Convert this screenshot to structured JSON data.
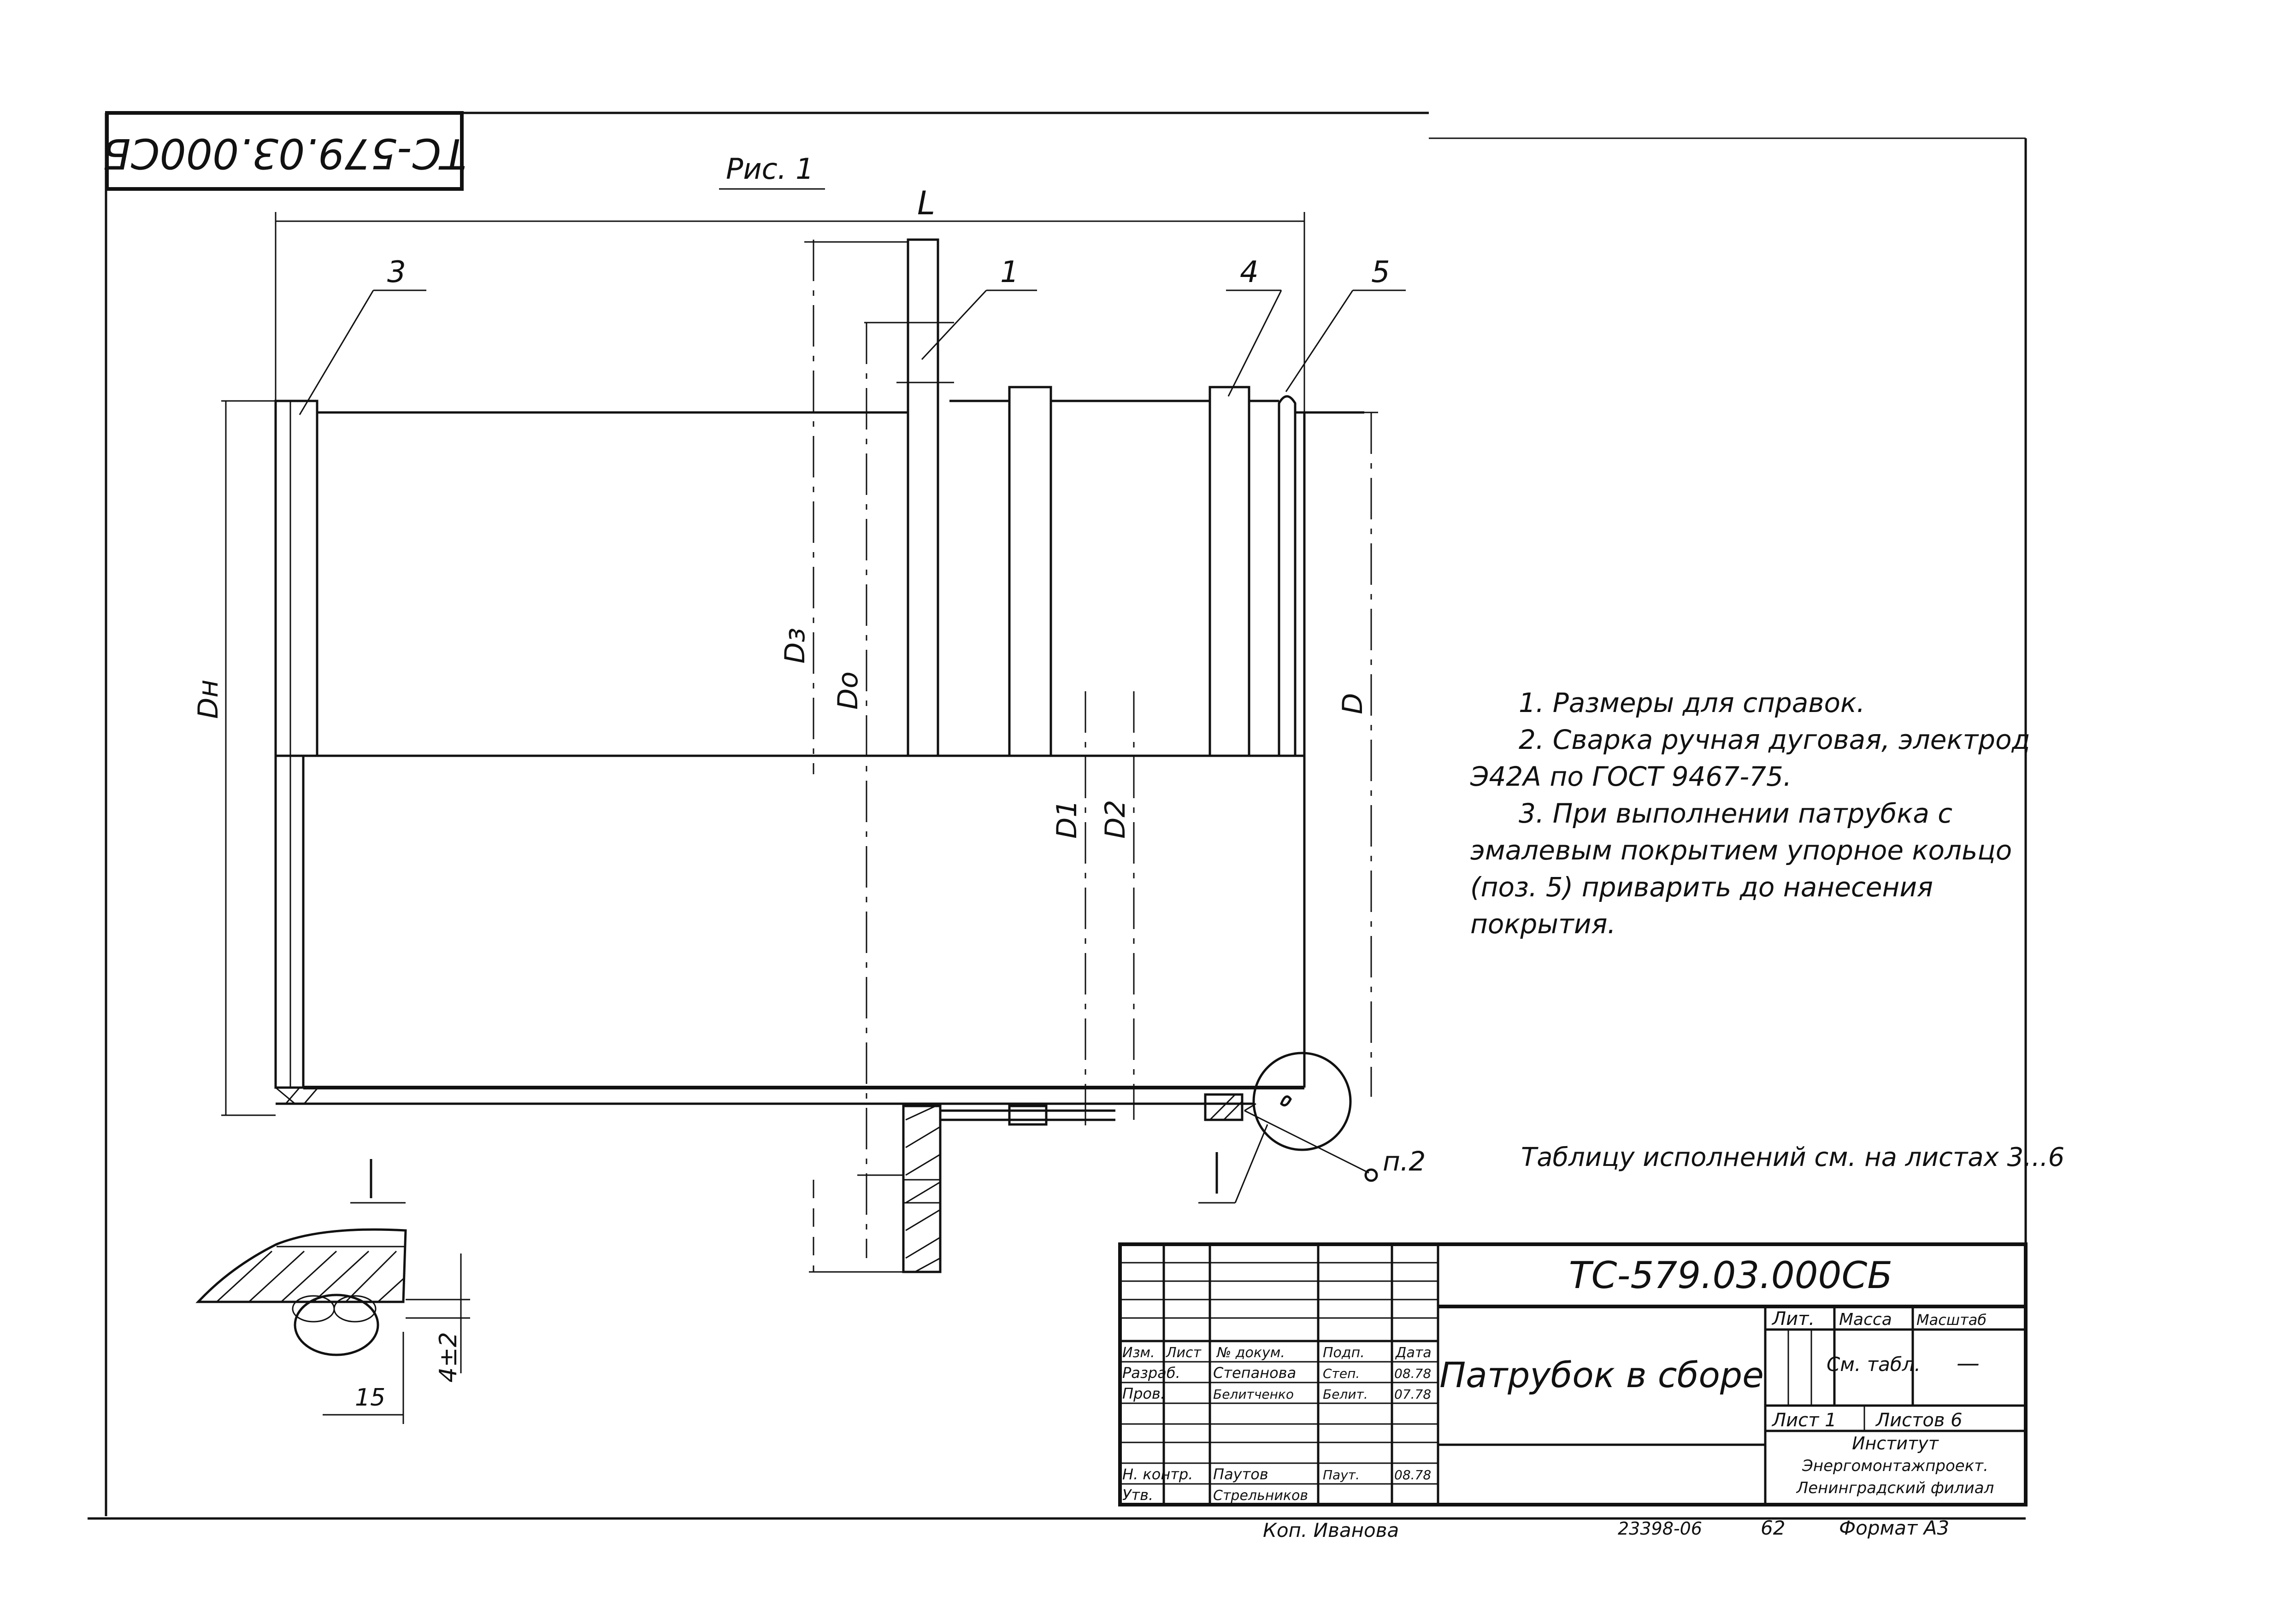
{
  "stamp_code_rotated": "ТС-579.03.000СБ",
  "figure_label": "Рис. 1",
  "dimension_labels": {
    "L": "L",
    "Dn": "Dн",
    "Dz": "Dз",
    "Do": "Do",
    "D": "D",
    "D1": "D1",
    "D2": "D2",
    "detail_width": "15",
    "detail_height": "4±2"
  },
  "position_labels": [
    "3",
    "1",
    "4",
    "5"
  ],
  "detail_marker": "I",
  "section_ref": "п.2",
  "notes": [
    "1. Размеры для справок.",
    "2. Сварка ручная дуговая, электрод",
    "Э42А по ГОСТ 9467-75.",
    "3. При выполнении патрубка с",
    "эмалевым покрытием упорное кольцо",
    "(поз. 5) приварить до нанесения",
    "покрытия."
  ],
  "table_note": "Таблицу исполнений см. на листах 3...6",
  "title_block": {
    "code": "ТС-579.03.000СБ",
    "title": "Патрубок в сборе",
    "col_headers": [
      "Изм.",
      "Лист",
      "№ докум.",
      "Подп.",
      "Дата"
    ],
    "rows": [
      {
        "role": "Разраб.",
        "name": "Степанова",
        "sign": "Степ.",
        "date": "08.78"
      },
      {
        "role": "Пров.",
        "name": "Белитченко",
        "sign": "Белит.",
        "date": "07.78"
      },
      {
        "role": "Н. контр.",
        "name": "Паутов",
        "sign": "Паут.",
        "date": "08.78"
      },
      {
        "role": "Утв.",
        "name": "Стрельников",
        "sign": "",
        "date": ""
      }
    ],
    "lit_label": "Лит.",
    "mass_label": "Масса",
    "scale_label": "Масштаб",
    "mass_value": "См. табл.",
    "scale_value": "—",
    "sheet_label": "Лист 1",
    "sheets_label": "Листов 6",
    "org_lines": [
      "Институт",
      "Энергомонтажпроект.",
      "Ленинградский филиал"
    ]
  },
  "footer": {
    "copied_by": "Коп. Иванова",
    "inv_number": "23398-06",
    "page_number": "62",
    "format": "Формат А3"
  }
}
